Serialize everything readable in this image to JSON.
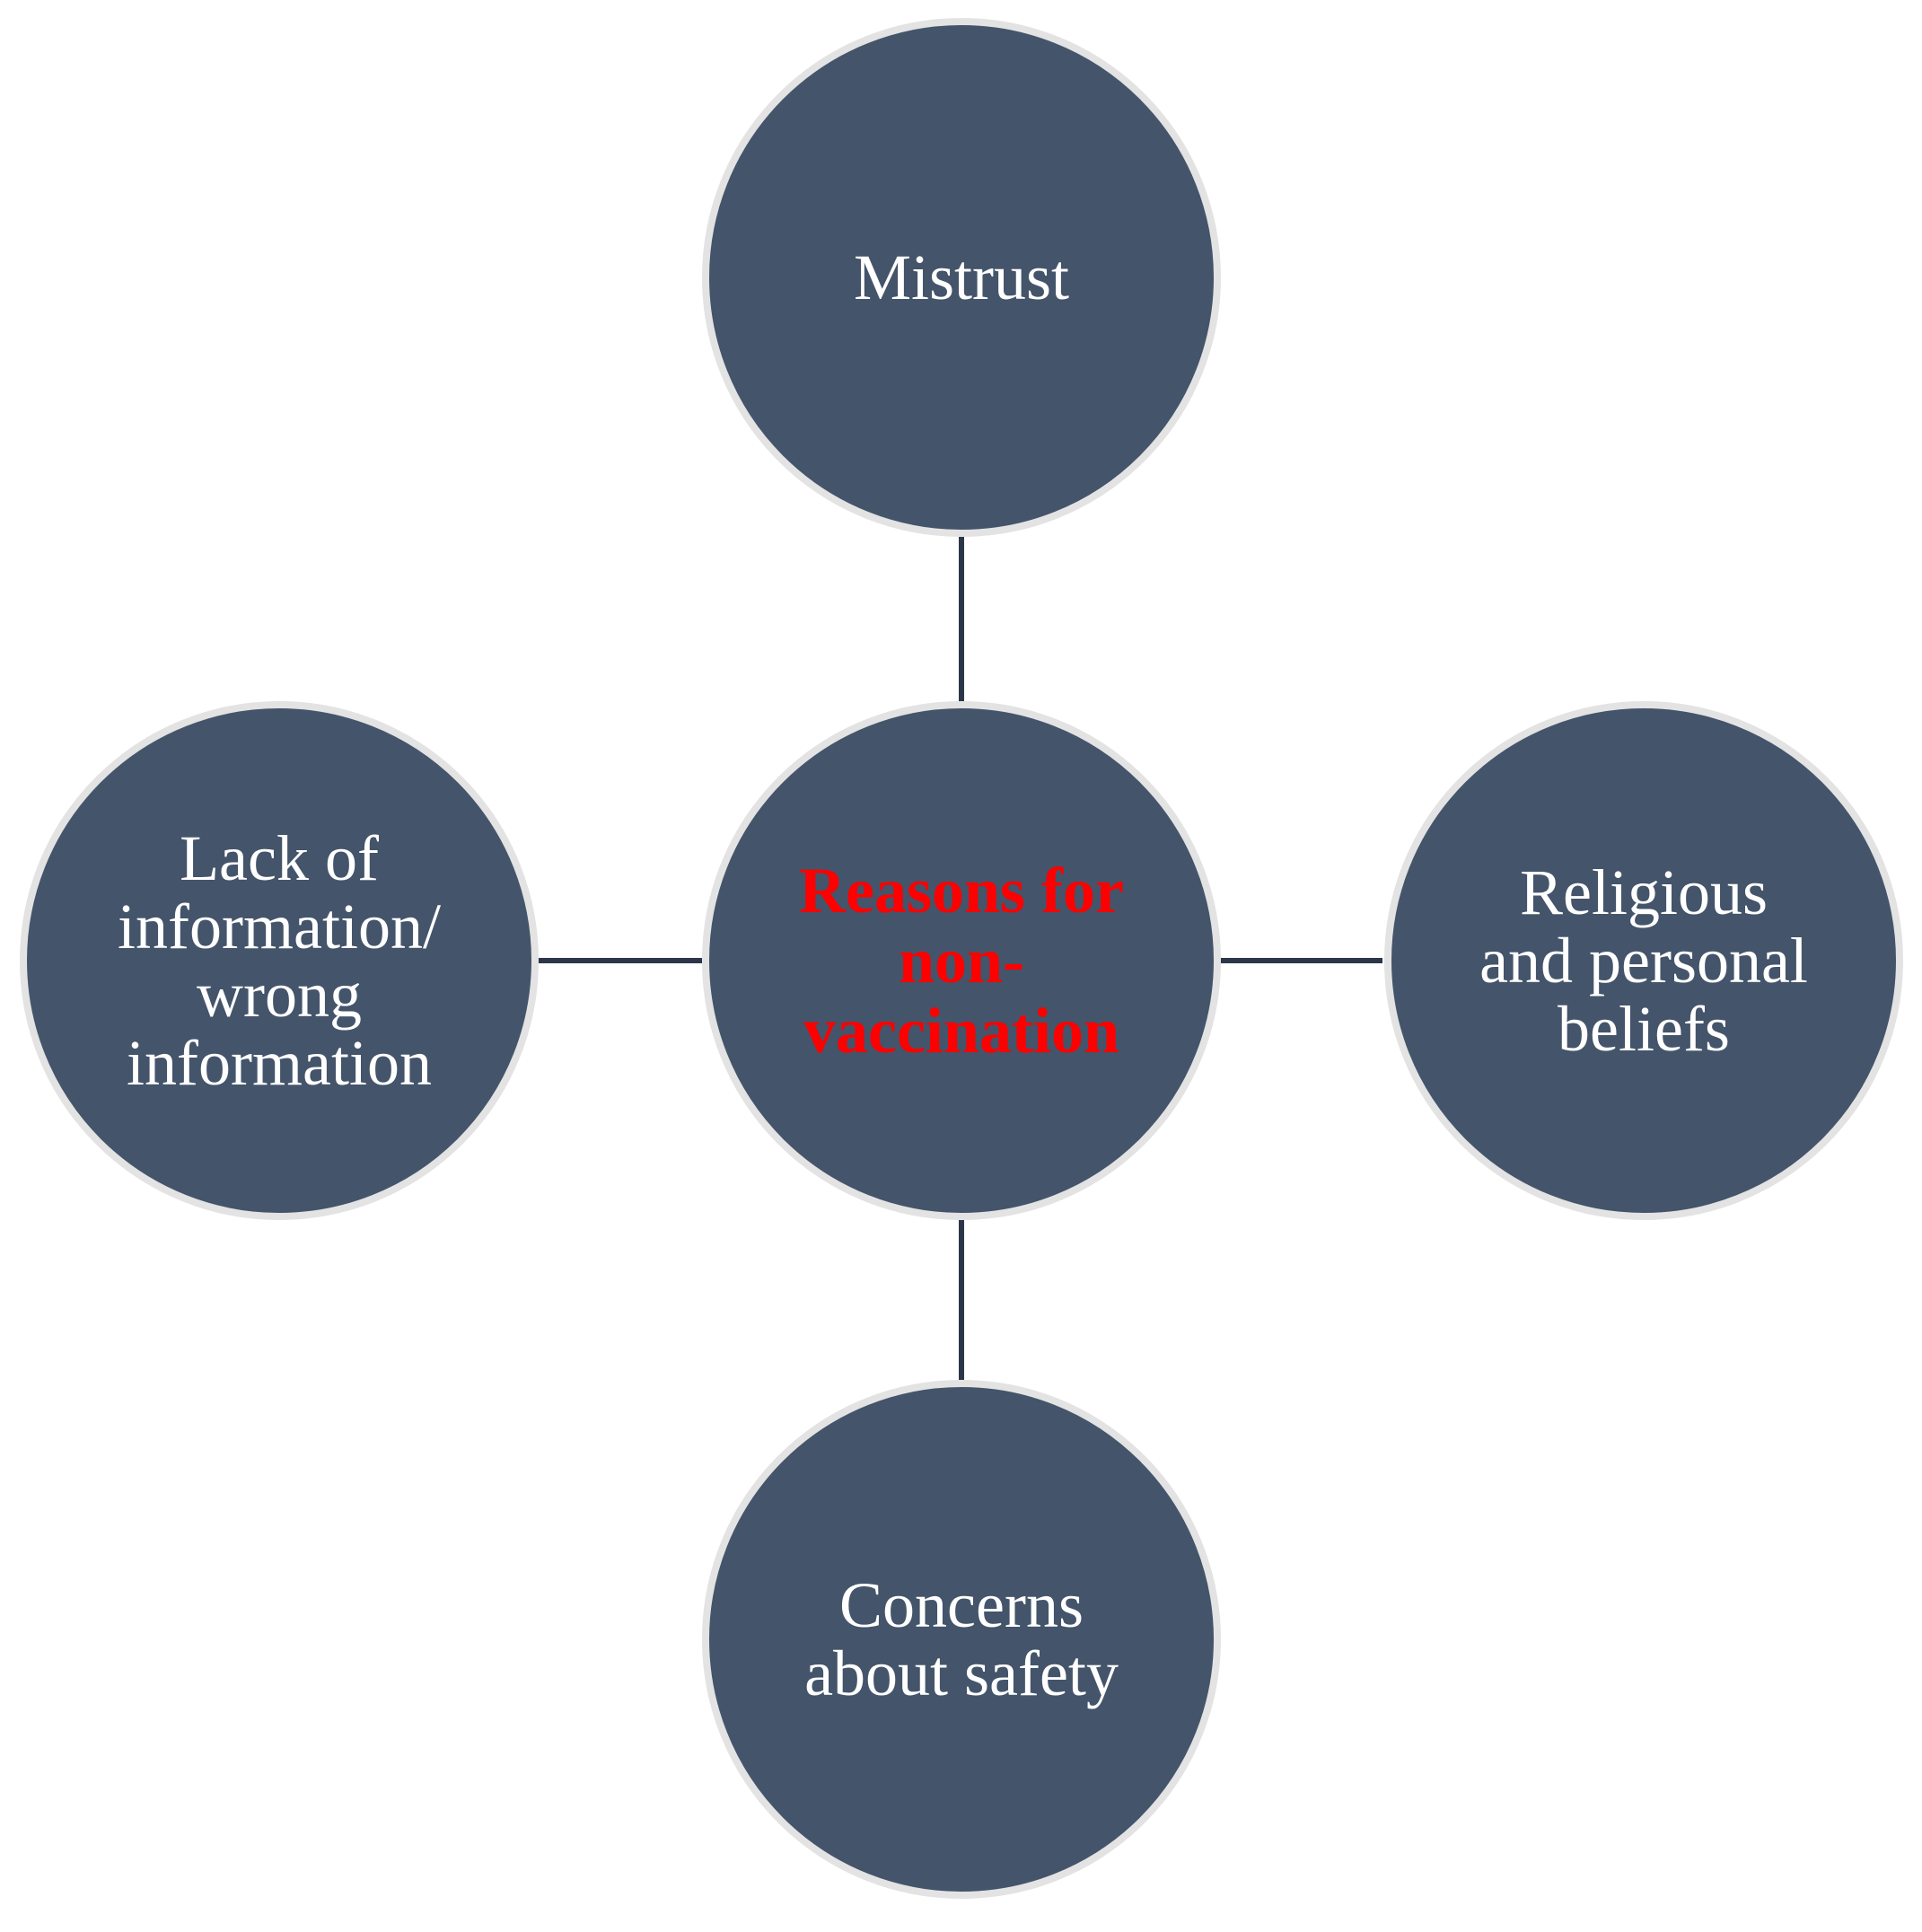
{
  "colors": {
    "node_fill": "#44546a",
    "node_border": "#e3e3e3",
    "connector": "#2b3648",
    "label_text": "#ffffff",
    "center_text": "#ff0000"
  },
  "diagram": {
    "center": {
      "label": "Reasons for\nnon-\nvaccination"
    },
    "nodes": {
      "top": {
        "label": "Mistrust"
      },
      "right": {
        "label": "Religious\nand personal\nbeliefs"
      },
      "bottom": {
        "label": "Concerns\nabout safety"
      },
      "left": {
        "label": "Lack of\ninformation/\nwrong\ninformation"
      }
    }
  }
}
